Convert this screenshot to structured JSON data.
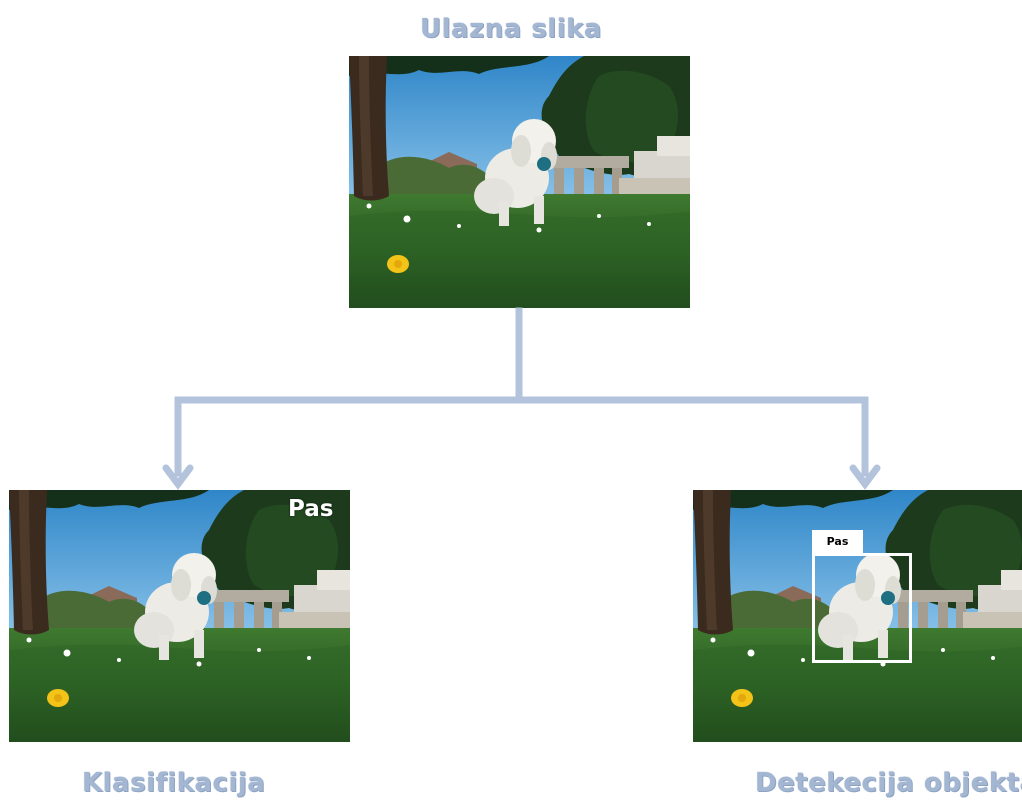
{
  "titles": {
    "input": "Ulazna slika",
    "classification": "Klasifikacija",
    "detection": "Detekecija objekta"
  },
  "labels": {
    "classification": "Pas",
    "detection": "Pas"
  },
  "colors": {
    "title": "#a3b6d2",
    "connector": "#b3c3dc",
    "box": "#ffffff"
  }
}
